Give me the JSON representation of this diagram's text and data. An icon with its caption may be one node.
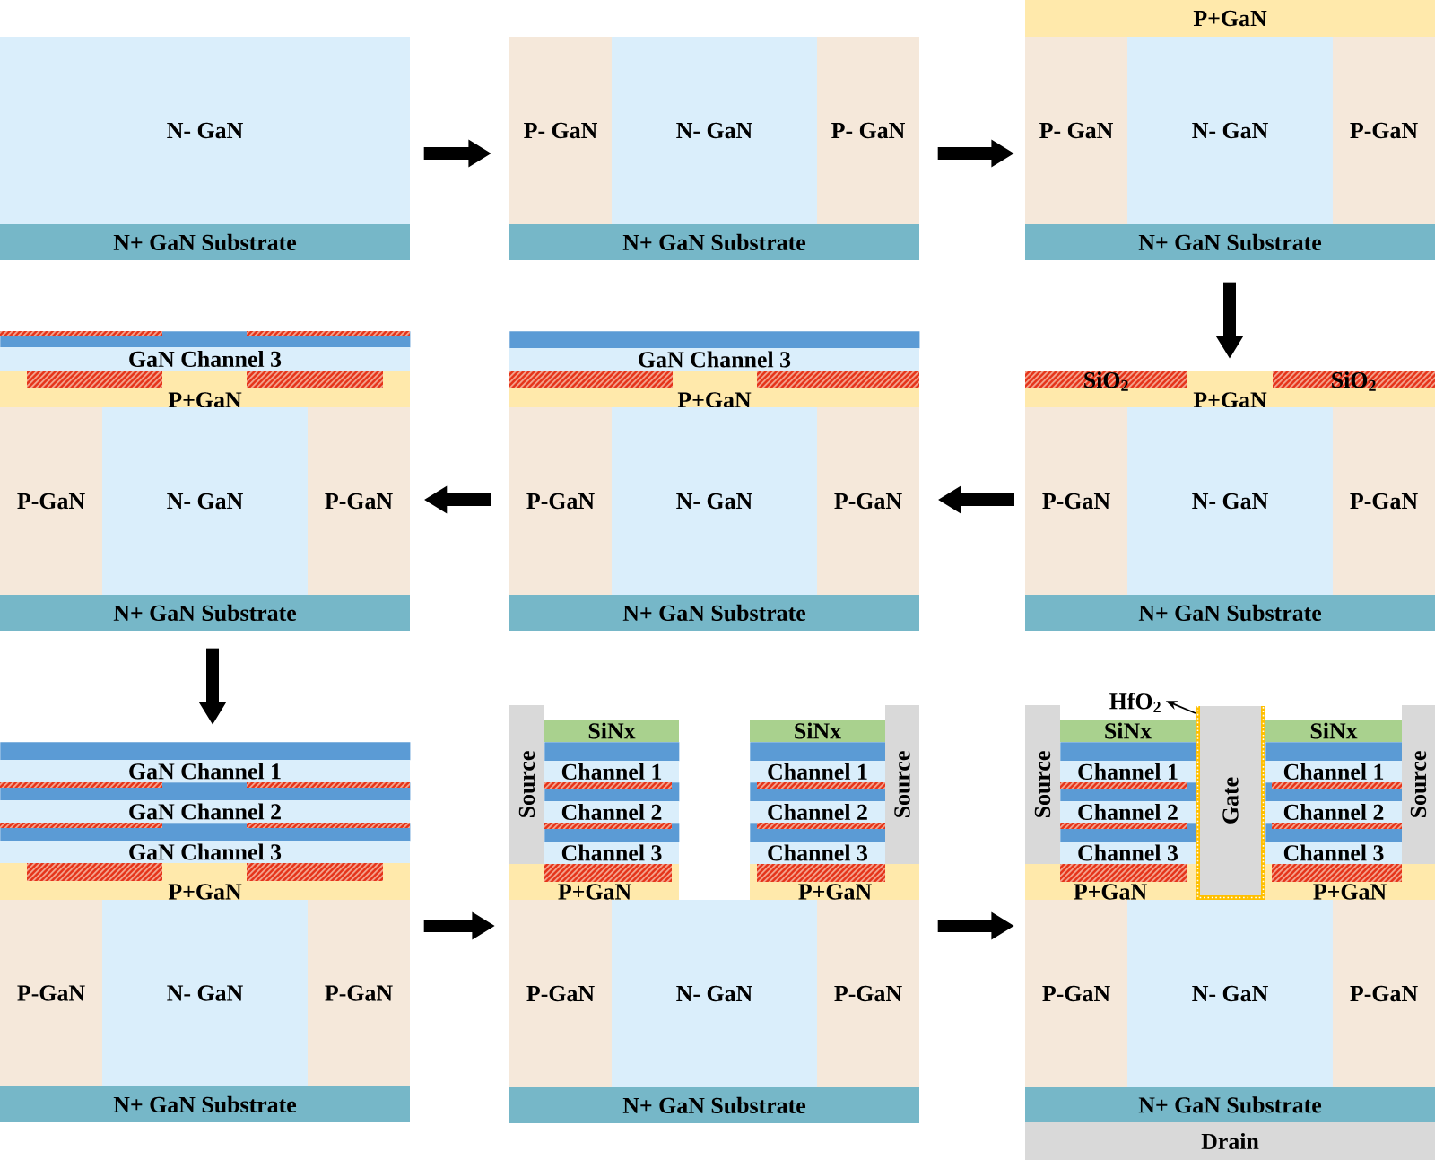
{
  "diagram": {
    "nodes": [
      {
        "text": [],
        "shape": "box"
      },
      {
        "text": [
          "N- GaN"
        ],
        "in": 0
      },
      {
        "text": [
          "N+ GaN Substrate"
        ],
        "in": 0
      },
      {
        "text": [],
        "shape": "box"
      },
      {
        "text": [
          "P- GaN"
        ],
        "in": 3
      },
      {
        "text": [
          "N- GaN"
        ],
        "in": 3
      },
      {
        "text": [
          "P- GaN"
        ],
        "in": 3
      },
      {
        "text": [
          "N+ GaN Substrate"
        ],
        "in": 3
      },
      {
        "text": [],
        "shape": "box"
      },
      {
        "text": [
          "P+GaN"
        ],
        "in": 8
      },
      {
        "text": [
          "P- GaN"
        ],
        "in": 8
      },
      {
        "text": [
          "N- GaN"
        ],
        "in": 8
      },
      {
        "text": [
          "P-GaN"
        ],
        "in": 8
      },
      {
        "text": [
          "N+ GaN Substrate"
        ],
        "in": 8
      },
      {
        "text": [],
        "shape": "box"
      },
      {
        "text": [],
        "shape": "bar",
        "in": 14
      },
      {
        "text": [
          "GaN Channel 3"
        ],
        "in": 14
      },
      {
        "text": [
          "P+GaN"
        ],
        "in": 14
      },
      {
        "text": [
          "P-GaN"
        ],
        "in": 14
      },
      {
        "text": [
          "N- GaN"
        ],
        "in": 14
      },
      {
        "text": [
          "P-GaN"
        ],
        "in": 14
      },
      {
        "text": [
          "N+ GaN Substrate"
        ],
        "in": 14
      },
      {
        "text": [],
        "shape": "box"
      },
      {
        "text": [],
        "shape": "bar",
        "in": 22
      },
      {
        "text": [
          "GaN Channel 3"
        ],
        "in": 22
      },
      {
        "text": [
          "P+GaN"
        ],
        "in": 22
      },
      {
        "text": [
          "P-GaN"
        ],
        "in": 22
      },
      {
        "text": [
          "N- GaN"
        ],
        "in": 22
      },
      {
        "text": [
          "P-GaN"
        ],
        "in": 22
      },
      {
        "text": [
          "N+ GaN Substrate"
        ],
        "in": 22
      },
      {
        "text": [],
        "shape": "box"
      },
      {
        "text": [
          "P+GaN"
        ],
        "in": 30
      },
      {
        "text": [
          "SiO$_{2}$"
        ],
        "in": 31
      },
      {
        "text": [
          "SiO$_{2}$"
        ],
        "in": 31
      },
      {
        "text": [
          "P-GaN"
        ],
        "in": 30
      },
      {
        "text": [
          "N- GaN"
        ],
        "in": 30
      },
      {
        "text": [
          "P-GaN"
        ],
        "in": 30
      },
      {
        "text": [
          "N+ GaN Substrate"
        ],
        "in": 30
      },
      {
        "text": [],
        "shape": "box"
      },
      {
        "text": [],
        "shape": "bar",
        "in": 38
      },
      {
        "text": [
          "GaN Channel 1"
        ],
        "in": 38
      },
      {
        "text": [],
        "shape": "bar",
        "in": 38
      },
      {
        "text": [
          "GaN Channel 2"
        ],
        "in": 38
      },
      {
        "text": [],
        "shape": "bar",
        "in": 38
      },
      {
        "text": [
          "GaN Channel 3"
        ],
        "in": 38
      },
      {
        "text": [
          "P+GaN"
        ],
        "in": 38
      },
      {
        "text": [
          "P-GaN"
        ],
        "in": 38
      },
      {
        "text": [
          "N- GaN"
        ],
        "in": 38
      },
      {
        "text": [
          "P-GaN"
        ],
        "in": 38
      },
      {
        "text": [
          "N+ GaN Substrate"
        ],
        "in": 38
      },
      {
        "text": [],
        "shape": "box"
      },
      {
        "text": [
          "Source"
        ],
        "in": 50
      },
      {
        "text": [
          "SiNx"
        ],
        "in": 50
      },
      {
        "text": [],
        "shape": "bar",
        "in": 50
      },
      {
        "text": [
          "Channel 1"
        ],
        "in": 50
      },
      {
        "text": [],
        "shape": "bar",
        "in": 50
      },
      {
        "text": [
          "Channel 2"
        ],
        "in": 50
      },
      {
        "text": [],
        "shape": "bar",
        "in": 50
      },
      {
        "text": [
          "Channel 3"
        ],
        "in": 50
      },
      {
        "text": [
          "P+GaN"
        ],
        "in": 50
      },
      {
        "text": [
          "SiNx"
        ],
        "in": 50
      },
      {
        "text": [],
        "shape": "bar",
        "in": 50
      },
      {
        "text": [
          "Channel 1"
        ],
        "in": 50
      },
      {
        "text": [],
        "shape": "bar",
        "in": 50
      },
      {
        "text": [
          "Channel 2"
        ],
        "in": 50
      },
      {
        "text": [],
        "shape": "bar",
        "in": 50
      },
      {
        "text": [
          "Channel 3"
        ],
        "in": 50
      },
      {
        "text": [
          "P+GaN"
        ],
        "in": 50
      },
      {
        "text": [
          "Source"
        ],
        "in": 50
      },
      {
        "text": [
          "P-GaN"
        ],
        "in": 50
      },
      {
        "text": [
          "N- GaN"
        ],
        "in": 50
      },
      {
        "text": [
          "P-GaN"
        ],
        "in": 50
      },
      {
        "text": [
          "N+ GaN Substrate"
        ],
        "in": 50
      },
      {
        "text": [
          "HfO$_{2}$"
        ]
      },
      {
        "text": [],
        "shape": "box"
      },
      {
        "text": [
          "Source"
        ],
        "in": 74
      },
      {
        "text": [
          "SiNx"
        ],
        "in": 74
      },
      {
        "text": [],
        "shape": "bar",
        "in": 74
      },
      {
        "text": [
          "Channel 1"
        ],
        "in": 74
      },
      {
        "text": [],
        "shape": "bar",
        "in": 74
      },
      {
        "text": [
          "Channel 2"
        ],
        "in": 74
      },
      {
        "text": [],
        "shape": "bar",
        "in": 74
      },
      {
        "text": [
          "Channel 3"
        ],
        "in": 74
      },
      {
        "text": [
          "P+GaN"
        ],
        "in": 74
      },
      {
        "text": [],
        "shape": "box",
        "in": 74
      },
      {
        "text": [
          "Gate"
        ],
        "in": 84
      },
      {
        "text": [
          "SiNx"
        ],
        "in": 74
      },
      {
        "text": [],
        "shape": "bar",
        "in": 74
      },
      {
        "text": [
          "Channel 1"
        ],
        "in": 74
      },
      {
        "text": [],
        "shape": "bar",
        "in": 74
      },
      {
        "text": [
          "Channel 2"
        ],
        "in": 74
      },
      {
        "text": [],
        "shape": "bar",
        "in": 74
      },
      {
        "text": [
          "Channel 3"
        ],
        "in": 74
      },
      {
        "text": [
          "P+GaN"
        ],
        "in": 74
      },
      {
        "text": [
          "Source"
        ],
        "in": 74
      },
      {
        "text": [
          "P-GaN"
        ],
        "in": 74
      },
      {
        "text": [
          "N- GaN"
        ],
        "in": 74
      },
      {
        "text": [
          "P-GaN"
        ],
        "in": 74
      },
      {
        "text": [
          "N+ GaN Substrate"
        ],
        "in": 74
      },
      {
        "text": [
          "Drain"
        ],
        "in": 74
      }
    ],
    "edges": [
      {
        "from": 0,
        "to": 3,
        "arrow": "to"
      },
      {
        "from": 3,
        "to": 8,
        "arrow": "to"
      },
      {
        "from": 8,
        "to": 30,
        "arrow": "to"
      },
      {
        "from": 30,
        "to": 22,
        "arrow": "to"
      },
      {
        "from": 22,
        "to": 14,
        "arrow": "to"
      },
      {
        "from": 14,
        "to": 38,
        "arrow": "to"
      },
      {
        "from": 38,
        "to": 50,
        "arrow": "to"
      },
      {
        "from": 50,
        "to": 74,
        "arrow": "to"
      },
      {
        "from": 84,
        "to": 73,
        "arrow": "to"
      }
    ]
  }
}
